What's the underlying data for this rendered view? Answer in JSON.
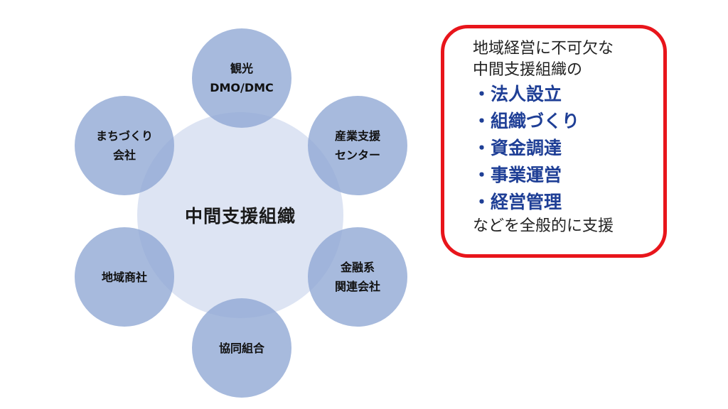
{
  "diagram": {
    "center": "中間支援組織",
    "satellites": [
      {
        "lines": [
          "観光",
          "DMO/DMC"
        ]
      },
      {
        "lines": [
          "産業支援",
          "センター"
        ]
      },
      {
        "lines": [
          "金融系",
          "関連会社"
        ]
      },
      {
        "lines": [
          "協同組合"
        ]
      },
      {
        "lines": [
          "地域商社"
        ]
      },
      {
        "lines": [
          "まちづくり",
          "会社"
        ]
      }
    ]
  },
  "callout": {
    "intro": [
      "地域経営に不可欠な",
      "中間支援組織の"
    ],
    "items": [
      "・法人設立",
      "・組織づくり",
      "・資金調達",
      "・事業運営",
      "・経営管理"
    ],
    "outro": "などを全般的に支援"
  },
  "colors": {
    "center_fill": "#dbe3f2",
    "satellite_fill": "#8ea6d4",
    "callout_border": "#e8151b",
    "callout_emphasis": "#1f3f96"
  }
}
